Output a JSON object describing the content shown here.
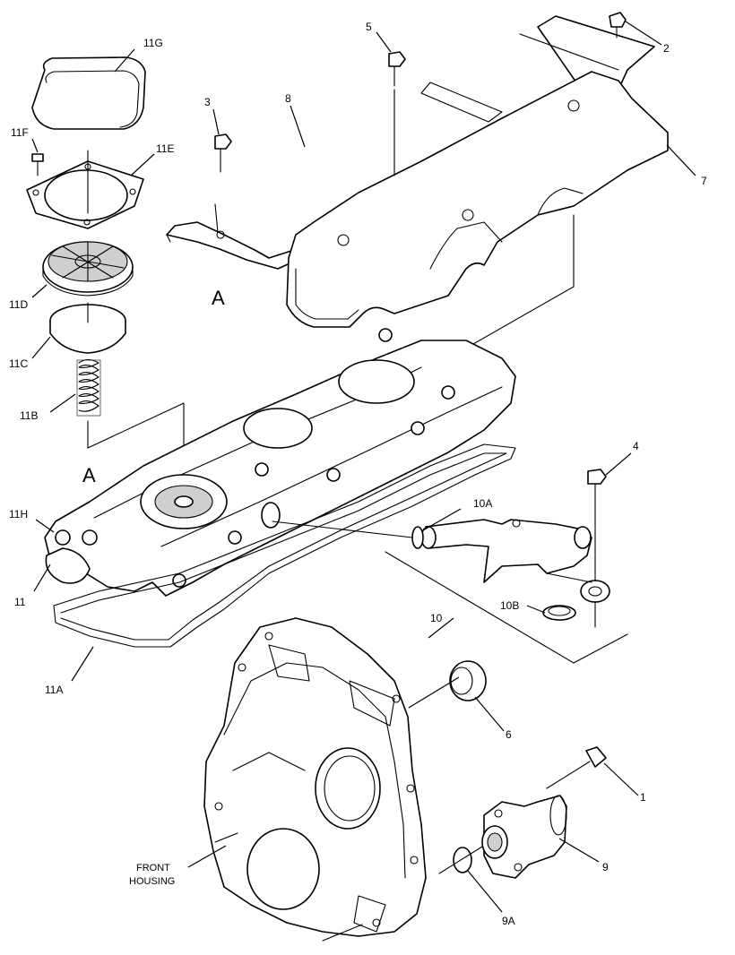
{
  "callouts": {
    "c11G": "11G",
    "c11F": "11F",
    "c11E": "11E",
    "c11D": "11D",
    "c11C": "11C",
    "c11B": "11B",
    "c11H": "11H",
    "c11": "11",
    "c11A": "11A",
    "c3": "3",
    "c8": "8",
    "c5": "5",
    "c2": "2",
    "c7": "7",
    "c4": "4",
    "c10A": "10A",
    "c10B": "10B",
    "c10": "10",
    "c6": "6",
    "c1": "1",
    "c9": "9",
    "c9A": "9A"
  },
  "view_markers": {
    "upper": "A",
    "lower": "A"
  },
  "front_housing": {
    "line1": "FRONT",
    "line2": "HOUSING"
  }
}
